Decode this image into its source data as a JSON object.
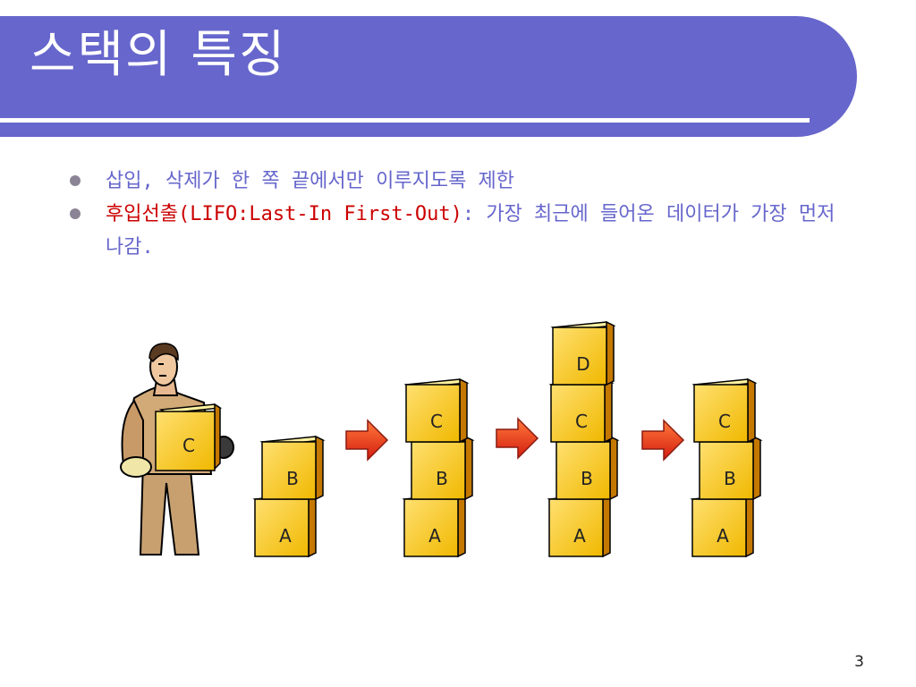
{
  "title": "스택의 특징",
  "bullets": {
    "b1": "삽입, 삭제가 한 쪽 끝에서만 이루지도록 제한",
    "b2_red": "후입선출(LIFO:Last-In First-Out)",
    "b2_rest": ": 가장 최근에 들어온 데이터가 가장 먼저 나감."
  },
  "page_number": "3",
  "colors": {
    "banner": "#6666cc",
    "bullet_text": "#6666cc",
    "highlight": "#cc0000",
    "box": "#f2c200",
    "arrow": "#e83a1e"
  },
  "diagram": {
    "held_box": "C",
    "stacks": [
      [
        "A",
        "B"
      ],
      [
        "A",
        "B",
        "C"
      ],
      [
        "A",
        "B",
        "C",
        "D"
      ],
      [
        "A",
        "B",
        "C"
      ]
    ]
  }
}
